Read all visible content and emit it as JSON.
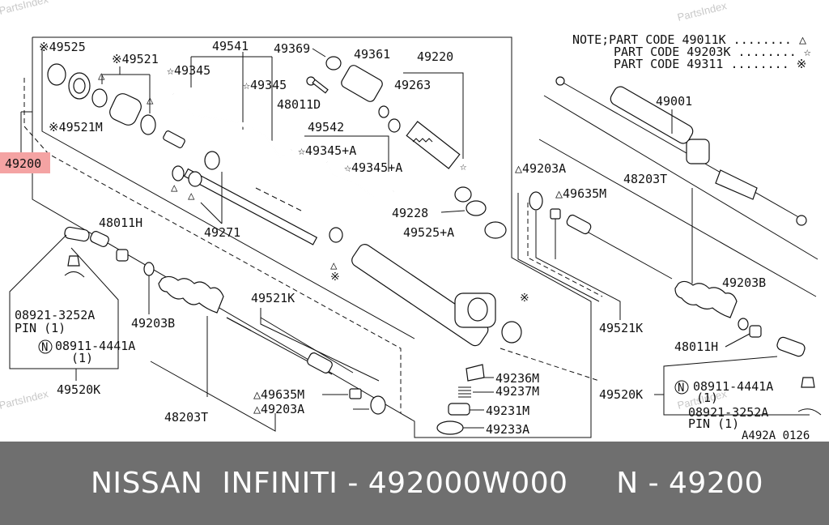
{
  "colors": {
    "highlight": "#f4a3a3",
    "footer_bg": "#6f6f6f",
    "watermark": "#c8c8c8",
    "ink": "#111111"
  },
  "watermark": "PartsIndex",
  "note": {
    "line1": "NOTE;PART CODE 49011K ........ △",
    "line2": "PART CODE 49203K ........ ☆",
    "line3": "PART CODE 49311 ........ ※"
  },
  "highlighted_part": "49200",
  "labels": {
    "p49525": "※49525",
    "p49521": "※49521",
    "p49521m": "※49521M",
    "p49541": "49541",
    "p49345a": "☆49345",
    "p49345b": "☆49345",
    "p49369": "49369",
    "p49361": "49361",
    "p49220": "49220",
    "p48011d": "48011D",
    "p49263": "49263",
    "p49542": "49542",
    "p49345c": "☆49345+A",
    "p49345d": "☆49345+A",
    "p49228": "49228",
    "p49525a": "49525+A",
    "p49271": "49271",
    "p49001": "49001",
    "p49203a_r": "△49203A",
    "p49635m_r": "△49635M",
    "p48203t_r": "48203T",
    "p49203b_r": "49203B",
    "p49521k_r": "49521K",
    "p48011h_r": "48011H",
    "p49520k_r": "49520K",
    "p08911_r": "08911-4441A",
    "p08911_r2": "(1)",
    "p08921_r": "08921-3252A",
    "p08921_r2": "PIN (1)",
    "p48011h_l": "48011H",
    "p08921_l": "08921-3252A",
    "p08921_l2": "PIN (1)",
    "p08911_l": "08911-4441A",
    "p08911_l2": "(1)",
    "p49520k_l": "49520K",
    "p49203b_l": "49203B",
    "p49521k_l": "49521K",
    "p48203t_l": "48203T",
    "p49635m_l": "△49635M",
    "p49203a_l": "△49203A",
    "p49236m": "49236M",
    "p49237m": "49237M",
    "p49231m": "49231M",
    "p49233a": "49233A",
    "code": "A492A 0126",
    "n_mark": "N"
  },
  "footer": "NISSAN  INFINITI - 492000W000     N - 49200"
}
